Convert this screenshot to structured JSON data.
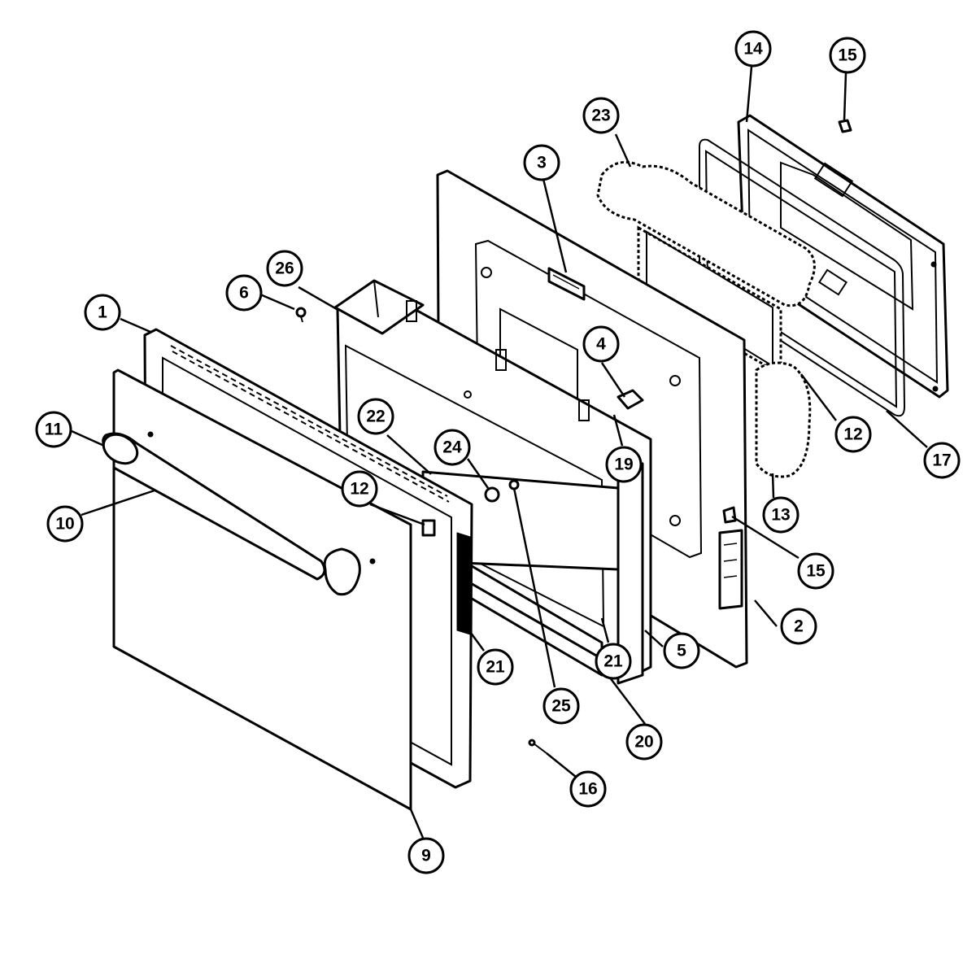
{
  "diagram": {
    "callouts": [
      {
        "id": "c1",
        "label": "1"
      },
      {
        "id": "c2",
        "label": "2"
      },
      {
        "id": "c3",
        "label": "3"
      },
      {
        "id": "c4",
        "label": "4"
      },
      {
        "id": "c5",
        "label": "5"
      },
      {
        "id": "c6",
        "label": "6"
      },
      {
        "id": "c9",
        "label": "9"
      },
      {
        "id": "c10",
        "label": "10"
      },
      {
        "id": "c11",
        "label": "11"
      },
      {
        "id": "c12a",
        "label": "12"
      },
      {
        "id": "c12b",
        "label": "12"
      },
      {
        "id": "c13",
        "label": "13"
      },
      {
        "id": "c14",
        "label": "14"
      },
      {
        "id": "c15a",
        "label": "15"
      },
      {
        "id": "c15b",
        "label": "15"
      },
      {
        "id": "c16",
        "label": "16"
      },
      {
        "id": "c17",
        "label": "17"
      },
      {
        "id": "c19",
        "label": "19"
      },
      {
        "id": "c20",
        "label": "20"
      },
      {
        "id": "c21a",
        "label": "21"
      },
      {
        "id": "c21b",
        "label": "21"
      },
      {
        "id": "c22",
        "label": "22"
      },
      {
        "id": "c23",
        "label": "23"
      },
      {
        "id": "c24",
        "label": "24"
      },
      {
        "id": "c25",
        "label": "25"
      },
      {
        "id": "c26",
        "label": "26"
      }
    ]
  }
}
